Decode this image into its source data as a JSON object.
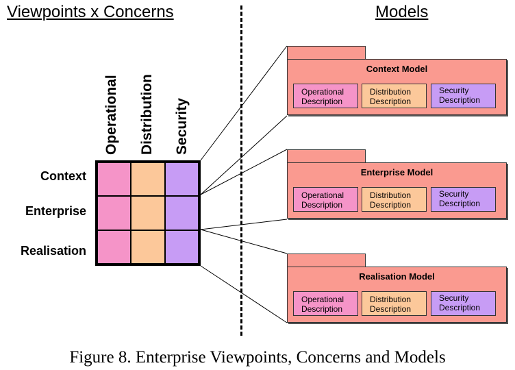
{
  "headings": {
    "left": "Viewpoints x Concerns",
    "right": "Models"
  },
  "concerns": [
    "Operational",
    "Distribution",
    "Security"
  ],
  "viewpoints": [
    "Context",
    "Enterprise",
    "Realisation"
  ],
  "colors": {
    "operational": "#f594c8",
    "distribution": "#fcc89a",
    "security": "#c79cf5",
    "model": "#fa9a90"
  },
  "models": [
    {
      "title": "Context Model",
      "descriptions": [
        {
          "line1": "Operational",
          "line2": "Description"
        },
        {
          "line1": "Distribution",
          "line2": "Description"
        },
        {
          "line1": "Security",
          "line2": "Description"
        }
      ]
    },
    {
      "title": "Enterprise Model",
      "descriptions": [
        {
          "line1": "Operational",
          "line2": "Description"
        },
        {
          "line1": "Distribution",
          "line2": "Description"
        },
        {
          "line1": "Security",
          "line2": "Description"
        }
      ]
    },
    {
      "title": "Realisation Model",
      "descriptions": [
        {
          "line1": "Operational",
          "line2": "Description"
        },
        {
          "line1": "Distribution",
          "line2": "Description"
        },
        {
          "line1": "Security",
          "line2": "Description"
        }
      ]
    }
  ],
  "caption": "Figure 8. Enterprise Viewpoints, Concerns and Models"
}
